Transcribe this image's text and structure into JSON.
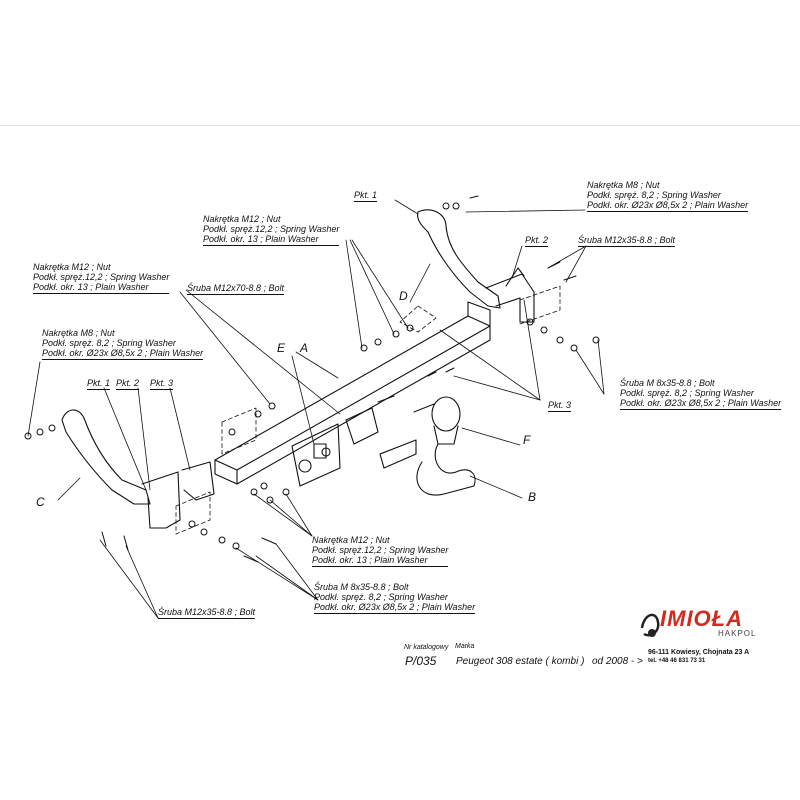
{
  "labels": {
    "nut_m8_right": [
      "Nakrętka  M8 ; Nut",
      "Podkł. spręż. 8,2 ; Spring Washer",
      "Podkł. okr.  Ø23x Ø8,5x 2 ; Plain Washer"
    ],
    "pkt1_right": "Pkt. 1",
    "nut_m12_center": [
      "Nakrętka  M12 ; Nut",
      "Podkł. spręż.12,2 ; Spring Washer",
      "Podkł. okr. 13 ; Plain Washer"
    ],
    "pkt2_right": "Pkt. 2",
    "bolt_m12x35_right": "Śruba M12x35-8.8 ;  Bolt",
    "nut_m12_left": [
      "Nakrętka  M12 ; Nut",
      "Podkł. spręż.12,2 ; Spring Washer",
      "Podkł. okr. 13 ; Plain Washer"
    ],
    "bolt_m12x70": "Śruba M12x70-8.8 ;  Bolt",
    "nut_m8_left": [
      "Nakrętka  M8 ; Nut",
      "Podkł. spręż. 8,2 ; Spring Washer",
      "Podkł. okr.  Ø23x Ø8,5x 2 ; Plain Washer"
    ],
    "bolt_m8_right": [
      "Śruba M 8x35-8.8 ;  Bolt",
      "Podkł. spręż. 8,2 ; Spring Washer",
      "Podkł. okr.  Ø23x Ø8,5x 2 ; Plain Washer"
    ],
    "pkt1_left": "Pkt. 1",
    "pkt2_left": "Pkt. 2",
    "pkt3_left": "Pkt. 3",
    "pkt3_right": "Pkt. 3",
    "nut_m12_bottom": [
      "Nakrętka  M12 ; Nut",
      "Podkł. spręż.12,2 ; Spring Washer",
      "Podkł. okr. 13 ; Plain Washer"
    ],
    "bolt_m8_bottom": [
      "Śruba M 8x35-8.8 ;  Bolt",
      "Podkł. spręż. 8,2 ; Spring Washer",
      "Podkł. okr.  Ø23x Ø8,5x 2 ; Plain Washer"
    ],
    "bolt_m12x35_left": "Śruba M12x35-8.8 ;  Bolt"
  },
  "letters": {
    "A": "A",
    "B": "B",
    "C": "C",
    "D": "D",
    "E": "E",
    "F": "F"
  },
  "footer": {
    "catalog_label": "Nr katalogowy",
    "brand_label": "Marka",
    "catalog_no": "P/035",
    "model": "Peugeot 308 estate ( kombi )",
    "year": "od 2008 - >"
  },
  "logo": {
    "name": "IMIOŁA",
    "sub": "HAKPOL",
    "address": "96-111 Kowiesy, Chojnata 23 A",
    "phone": "tel. +48 46 831 73 31",
    "color": "#d42a1e"
  }
}
